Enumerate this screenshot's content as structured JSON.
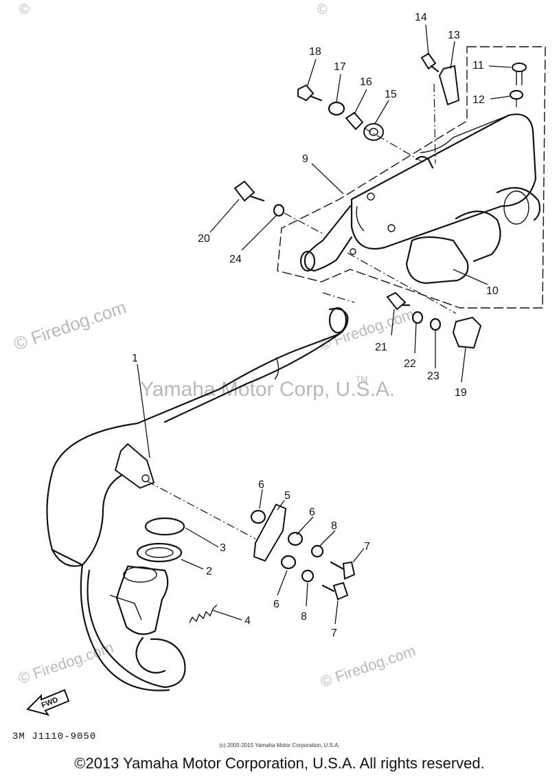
{
  "watermarks": {
    "main": "Yamaha Motor Corp, U.S.A.",
    "tm": "TM",
    "site": "© Firedog.com",
    "mark": "©"
  },
  "callouts": [
    "1",
    "2",
    "3",
    "4",
    "5",
    "6",
    "6",
    "6",
    "7",
    "7",
    "8",
    "8",
    "9",
    "10",
    "11",
    "12",
    "13",
    "14",
    "15",
    "16",
    "17",
    "18",
    "19",
    "20",
    "21",
    "22",
    "23",
    "24"
  ],
  "fwd_label": "FWD",
  "diagram_code": "3M J1110-9050",
  "small_copyright": "(c) 2005-2015 Yamaha Motor Corporation, U.S.A.",
  "footer_copyright": "©2013 Yamaha Motor Corporation, U.S.A. All rights reserved."
}
